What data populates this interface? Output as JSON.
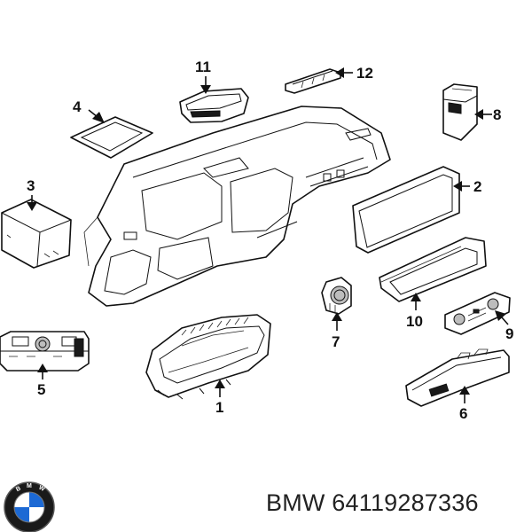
{
  "brand": "BMW",
  "part_number": "64119287336",
  "callouts": [
    {
      "id": "1",
      "label": "1"
    },
    {
      "id": "2",
      "label": "2"
    },
    {
      "id": "3",
      "label": "3"
    },
    {
      "id": "4",
      "label": "4"
    },
    {
      "id": "5",
      "label": "5"
    },
    {
      "id": "6",
      "label": "6"
    },
    {
      "id": "7",
      "label": "7"
    },
    {
      "id": "8",
      "label": "8"
    },
    {
      "id": "9",
      "label": "9"
    },
    {
      "id": "10",
      "label": "10"
    },
    {
      "id": "11",
      "label": "11"
    },
    {
      "id": "12",
      "label": "12"
    }
  ],
  "logo": {
    "icon": "bmw-roundel-icon",
    "letters": "BMW",
    "colors": {
      "blue": "#1c69d4",
      "ring": "#111111"
    }
  }
}
